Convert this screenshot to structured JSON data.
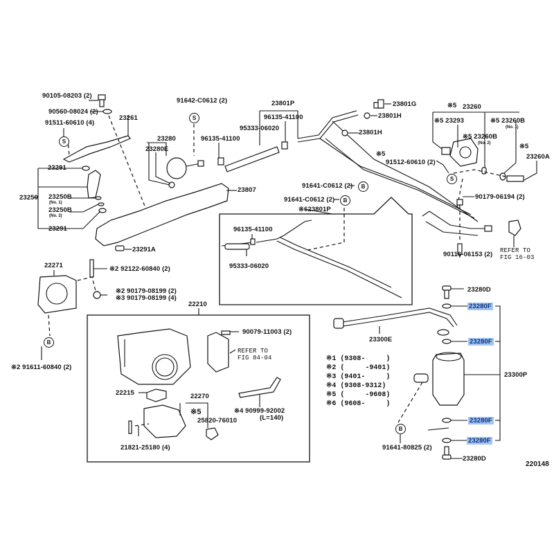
{
  "figure_id": "220148",
  "highlight_color": "#9fc5f3",
  "parts": {
    "p90105": "90105-08203 (2)",
    "p90560": "90560-08024 (2)",
    "p91511": "91511-60610 (4)",
    "p23261": "23261",
    "p23291_top": "23291",
    "p23250": "23250",
    "p23250B_1": "23250B",
    "p23250B_1_sub": "(No. 1)",
    "p23250B_2": "23250B",
    "p23250B_2_sub": "(No. 2)",
    "p23291_bot": "23291",
    "p23291A": "23291A",
    "p91642": "91642-C0612 (2)",
    "p23280": "23280",
    "p23280E": "23280E",
    "p96135_a": "96135-41100",
    "p23801P": "23801P",
    "p96135_b": "96135-41100",
    "p95333_a": "95333-06020",
    "p23807": "23807",
    "p23801G": "23801G",
    "p23801H_a": "23801H",
    "p23801H_b": "23801H",
    "p23260_mark": "※5",
    "p23260": "23260",
    "p23293": "※5 23293",
    "p23260B_1": "※5 23260B",
    "p23260B_1_sub": "(No. 1)",
    "p23260B_2": "※5 23260B",
    "p23260B_2_sub": "(No. 2)",
    "p23260A_mark": "※5",
    "p23260A": "23260A",
    "p91512_mark": "※5",
    "p91512": "91512-60610 (2)",
    "p91641_a": "91641-C0612 (2)",
    "p91641_b": "91641-C0612 (2)",
    "p23801P_6": "※623801P",
    "p96135_c": "96135-41100",
    "p95333_b": "95333-06020",
    "p90179_06194": "90179-06194 (2)",
    "p90116": "90116-06153 (2)",
    "refer_16": "REFER TO\nFIG 16-03",
    "p22271": "22271",
    "p92122": "※2 92122-60840 (2)",
    "p90179_2": "※2 90179-08199 (2)",
    "p90179_3": "※3 90179-08199 (4)",
    "p91611": "※2 91611-60840 (2)",
    "p22210": "22210",
    "p90079": "90079-11003 (2)",
    "refer_84": "REFER TO\nFIG 84-04",
    "p22215": "22215",
    "p22270": "22270",
    "p22270_mark": "※5",
    "p25820": "25820-76010",
    "p90999": "※4 90999-92002",
    "p90999_sub": "(L=140)",
    "p21821": "21821-25180 (4)",
    "p23280D_top": "23280D",
    "p23280F_1": "23280F",
    "p23300E": "23300E",
    "p23280F_2": "23280F",
    "p23300P": "23300P",
    "p23280F_3": "23280F",
    "p23280F_4": "23280F",
    "p91641_80825": "91641-80825 (2)",
    "p23280D_bot": "23280D"
  },
  "symbols": {
    "s": "S",
    "b": "B"
  },
  "legend": [
    "※1 (9308-     )",
    "※2 (     -9401)",
    "※3 (9401-     )",
    "※4 (9308-9312)",
    "※5 (     -9608)",
    "※6 (9608-     )"
  ]
}
